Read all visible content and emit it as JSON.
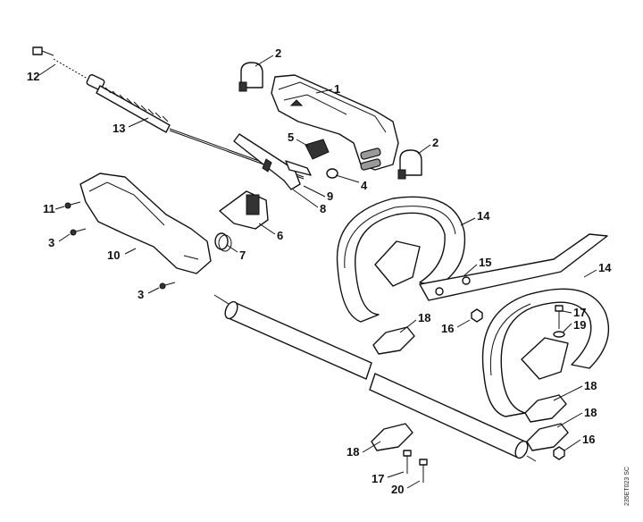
{
  "callouts": [
    {
      "id": "c-1",
      "text": "1"
    },
    {
      "id": "c-2a",
      "text": "2"
    },
    {
      "id": "c-2b",
      "text": "2"
    },
    {
      "id": "c-3a",
      "text": "3"
    },
    {
      "id": "c-3b",
      "text": "3"
    },
    {
      "id": "c-4",
      "text": "4"
    },
    {
      "id": "c-5",
      "text": "5"
    },
    {
      "id": "c-6",
      "text": "6"
    },
    {
      "id": "c-7",
      "text": "7"
    },
    {
      "id": "c-8",
      "text": "8"
    },
    {
      "id": "c-9",
      "text": "9"
    },
    {
      "id": "c-10",
      "text": "10"
    },
    {
      "id": "c-11",
      "text": "11"
    },
    {
      "id": "c-12",
      "text": "12"
    },
    {
      "id": "c-13",
      "text": "13"
    },
    {
      "id": "c-14a",
      "text": "14"
    },
    {
      "id": "c-14b",
      "text": "14"
    },
    {
      "id": "c-15",
      "text": "15"
    },
    {
      "id": "c-16a",
      "text": "16"
    },
    {
      "id": "c-16b",
      "text": "16"
    },
    {
      "id": "c-17a",
      "text": "17"
    },
    {
      "id": "c-17b",
      "text": "17"
    },
    {
      "id": "c-18a",
      "text": "18"
    },
    {
      "id": "c-18b",
      "text": "18"
    },
    {
      "id": "c-18c",
      "text": "18"
    },
    {
      "id": "c-18d",
      "text": "18"
    },
    {
      "id": "c-19",
      "text": "19"
    },
    {
      "id": "c-20",
      "text": "20"
    }
  ],
  "drawing_reference": "235ET023 SC"
}
